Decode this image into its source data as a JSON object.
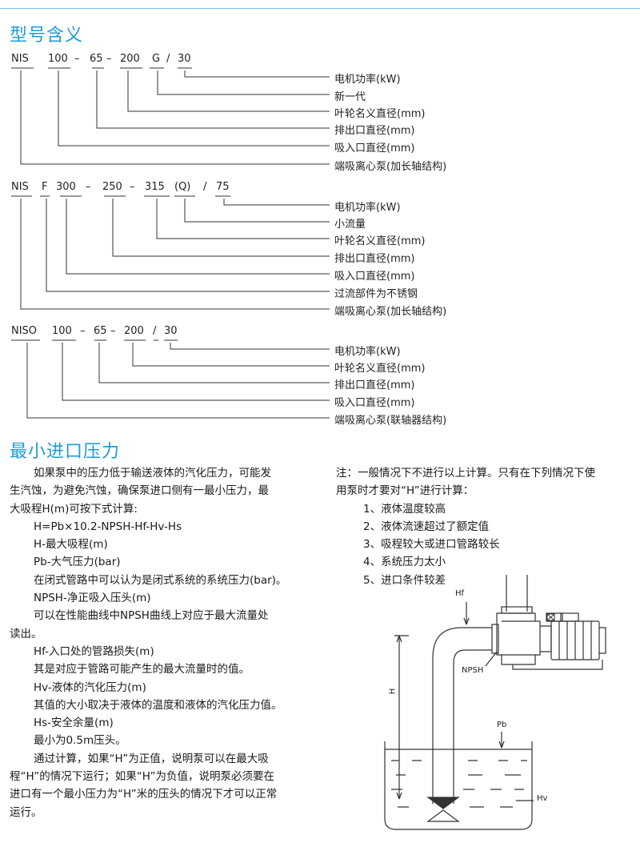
{
  "sections": {
    "model_meaning": "型号含义",
    "min_inlet_pressure": "最小进口压力"
  },
  "diagram1": {
    "code": {
      "nis": "NIS",
      "p1": "100",
      "d1": "–",
      "p2": "65",
      "d2": "–",
      "p3": "200",
      "p4": "G",
      "sl": "/",
      "p5": "30"
    },
    "labels": [
      "电机功率(kW)",
      "新一代",
      "叶轮名义直径(mm)",
      "排出口直径(mm)",
      "吸入口直径(mm)",
      "端吸离心泵(加长轴结构)"
    ]
  },
  "diagram2": {
    "code": {
      "nis": "NIS",
      "f": "F",
      "p1": "300",
      "d1": "–",
      "p2": "250",
      "d2": "–",
      "p3": "315",
      "p4": "(Q)",
      "sl": "/",
      "p5": "75"
    },
    "labels": [
      "电机功率(kW)",
      "小流量",
      "叶轮名义直径(mm)",
      "排出口直径(mm)",
      "吸入口直径(mm)",
      "过流部件为不锈钢",
      "端吸离心泵(加长轴结构)"
    ]
  },
  "diagram3": {
    "code": {
      "niso": "NISO",
      "p1": "100",
      "d1": "–",
      "p2": "65",
      "d2": "–",
      "p3": "200",
      "sl": "/",
      "p5": "30"
    },
    "labels": [
      "电机功率(kW)",
      "叶轮名义直径(mm)",
      "排出口直径(mm)",
      "吸入口直径(mm)",
      "端吸离心泵(联轴器结构)"
    ]
  },
  "left_text": [
    "如果泵中的压力低于输送液体的汽化压力，可能发",
    "生汽蚀，为避免汽蚀，确保泵进口侧有一最小压力，最",
    "大吸程H(m)可按下式计算:",
    "H=Pb×10.2-NPSH-Hf-Hv-Hs",
    "H-最大吸程(m)",
    "Pb-大气压力(bar)",
    "在闭式管路中可以认为是闭式系统的系统压力(bar)。",
    "NPSH-净正吸入压头(m)",
    "可以在性能曲线中NPSH曲线上对应于最大流量处",
    "读出。",
    "Hf-入口处的管路损失(m)",
    "其是对应于管路可能产生的最大流量时的值。",
    "Hv-液体的汽化压力(m)",
    "其值的大小取决于液体的温度和液体的汽化压力值。",
    "Hs-安全余量(m)",
    "最小为0.5m压头。",
    "通过计算，如果“H”为正值，说明泵可以在最大吸",
    "程“H”的情况下运行；如果“H”为负值，说明泵必须要在",
    "进口有一个最小压力为“H”米的压头的情况下才可以正常",
    "运行。"
  ],
  "note": {
    "line1": "注：一般情况下不进行以上计算。只有在下列情况下使",
    "line2": "用泵时才要对“H”进行计算：",
    "items": [
      "1、液体温度较高",
      "2、液体流速超过了额定值",
      "3、吸程较大或进口管路较长",
      "4、系统压力太小",
      "5、进口条件较差"
    ]
  },
  "pump_labels": {
    "hf": "Hf",
    "npsh": "NPSH",
    "h": "H",
    "pb": "Pb",
    "hv": "Hv"
  }
}
